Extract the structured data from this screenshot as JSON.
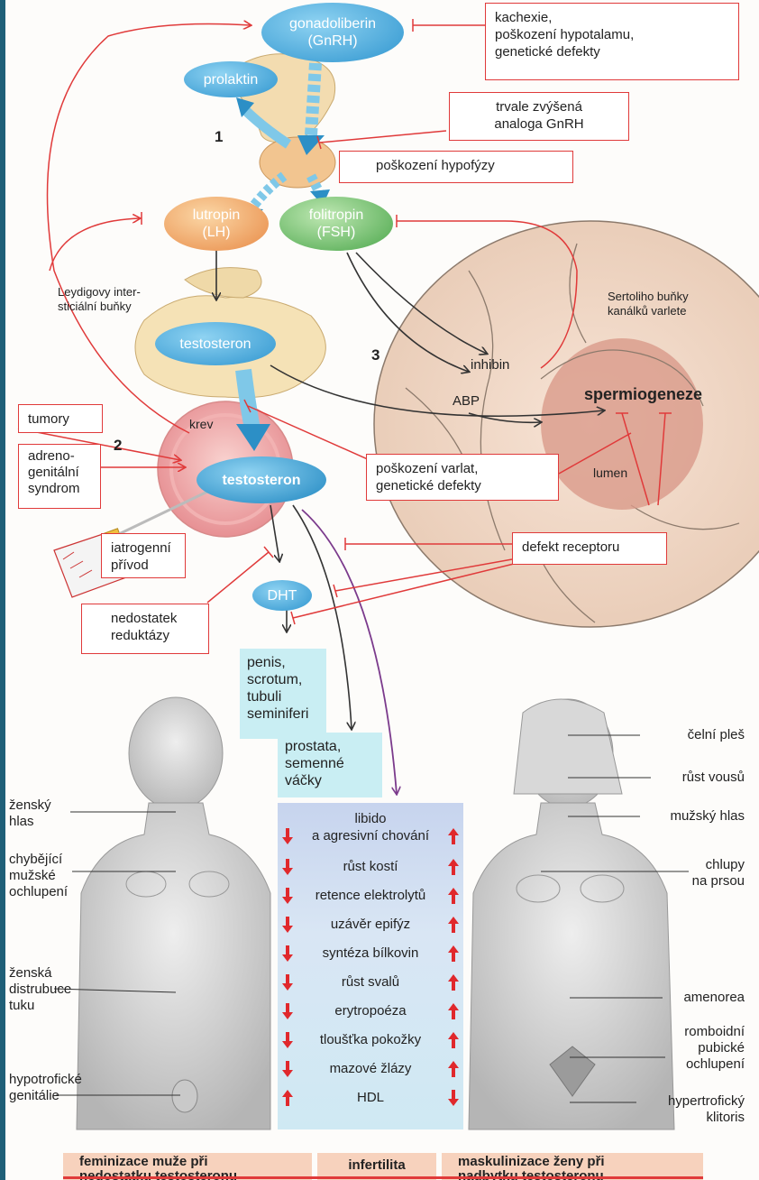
{
  "hormones": {
    "gnrh": "gonadoliberin\n(GnRH)",
    "prolaktin": "prolaktin",
    "lh": "lutropin\n(LH)",
    "fsh": "folitropin\n(FSH)",
    "testosteron_leydig": "testosteron",
    "testosteron_blood": "testosteron",
    "dht": "DHT",
    "inhibin": "inhibin",
    "abp": "ABP",
    "spermiogeneze": "spermiogeneze"
  },
  "numbers": {
    "n1": "1",
    "n2": "2",
    "n3": "3"
  },
  "labels": {
    "leydig": "Leydigovy inter-\nsticiální buňky",
    "sertoli": "Sertoliho buňky\nkanálků varlete",
    "krev": "krev",
    "lumen": "lumen"
  },
  "causes": {
    "kachexie": "kachexie,\npoškození hypotalamu,\ngenetické defekty",
    "analoga": "trvale zvýšená\nanaloga GnRH",
    "hypofyza": "poškození hypofýzy",
    "tumory": "tumory",
    "adreno": "adreno-\ngenitální\nsyndrom",
    "varlata": "poškození varlat,\ngenetické defekty",
    "iatrogenni": "iatrogenní\npřívod",
    "receptor": "defekt receptoru",
    "reduktaza": "nedostatek\nreduktázy"
  },
  "targets": {
    "penis": "penis,\nscrotum,\ntubuli\nseminiferi",
    "prostata": "prostata,\nsemenné\nváčky"
  },
  "effects": [
    {
      "label": "libido\na agresivní chování",
      "left": "down",
      "right": "up"
    },
    {
      "label": "růst kostí",
      "left": "down",
      "right": "up"
    },
    {
      "label": "retence elektrolytů",
      "left": "down",
      "right": "up"
    },
    {
      "label": "uzávěr epifýz",
      "left": "down",
      "right": "up"
    },
    {
      "label": "syntéza bílkovin",
      "left": "down",
      "right": "up"
    },
    {
      "label": "růst svalů",
      "left": "down",
      "right": "up"
    },
    {
      "label": "erytropoéza",
      "left": "down",
      "right": "up"
    },
    {
      "label": "tloušťka pokožky",
      "left": "down",
      "right": "up"
    },
    {
      "label": "mazové žlázy",
      "left": "down",
      "right": "up"
    },
    {
      "label": "HDL",
      "left": "up",
      "right": "down"
    }
  ],
  "male_labels": {
    "hlas": "ženský\nhlas",
    "ochlupeni": "chybějící\nmužské\nochlupení",
    "tuk": "ženská\ndistrubuce\ntuku",
    "genitalie": "hypotrofické\ngenitálie"
  },
  "female_labels": {
    "ples": "čelní pleš",
    "vousy": "růst vousů",
    "hlas": "mužský hlas",
    "chlupy": "chlupy\nna prsou",
    "amenorea": "amenorea",
    "pubicke": "romboidní\npubické\nochlupení",
    "klitoris": "hypertrofický\nklitoris"
  },
  "banners": {
    "left": "feminizace muže při\nnedostatku testosteronu",
    "middle": "infertilita",
    "right": "maskulinizace ženy při\nnadbytku testosteronu"
  },
  "colors": {
    "inhibit": "#e03a3a",
    "gnrh": "#4fa8d8",
    "lh": "#f0a860",
    "fsh": "#7cc47a",
    "testosteron": "#2c9bc8",
    "effect_up_down": "#e0282c",
    "purple_arrow": "#7b3a8c"
  }
}
